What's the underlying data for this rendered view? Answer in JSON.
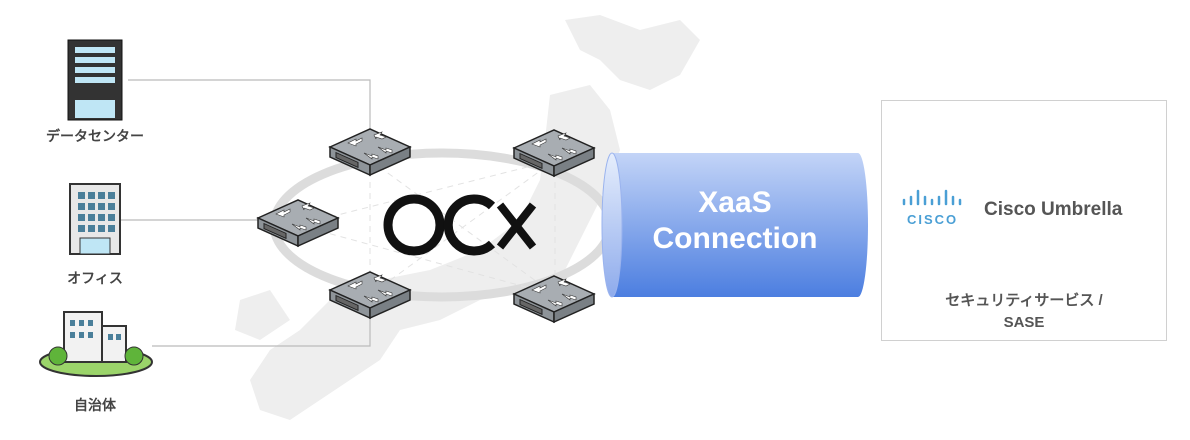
{
  "nodes": {
    "datacenter": "データセンター",
    "office": "オフィス",
    "municipality": "自治体"
  },
  "network": {
    "logo_text": "OCX"
  },
  "xaas": {
    "line1": "XaaS",
    "line2": "Connection"
  },
  "service": {
    "brand": "cisco",
    "product": "Cisco Umbrella",
    "category_line1": "セキュリティサービス /",
    "category_line2": "SASE"
  },
  "colors": {
    "cisco_blue": "#4a9fd5",
    "cylinder_top": "#b9cdf5",
    "cylinder_bottom": "#4f7fe0"
  }
}
